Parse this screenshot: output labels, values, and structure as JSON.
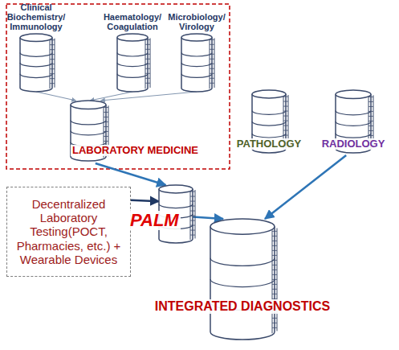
{
  "diagram": {
    "nodes": [
      {
        "text": [
          "Clinical Biochemistry/ Immunology"
        ]
      },
      {
        "text": [
          "Haematology/ Coagulation"
        ]
      },
      {
        "text": [
          "Microbiology/ Virology"
        ]
      },
      {
        "text": [
          "LABORATORY MEDICINE"
        ]
      },
      {
        "text": [
          "PATHOLOGY"
        ]
      },
      {
        "text": [
          "RADIOLOGY"
        ]
      },
      {
        "text": [
          "Decentralized Laboratory Testing(POCT, Pharmacies, etc.) + Wearable Devices"
        ]
      },
      {
        "text": [
          "PALM"
        ]
      },
      {
        "text": [
          "INTEGRATED DIAGNOSTICS"
        ]
      }
    ],
    "edges": [
      {
        "from": 0,
        "to": 3,
        "arrow": "to"
      },
      {
        "from": 1,
        "to": 3,
        "arrow": "to"
      },
      {
        "from": 2,
        "to": 3,
        "arrow": "to"
      },
      {
        "from": 3,
        "to": 7,
        "arrow": "to"
      },
      {
        "from": 6,
        "to": 7,
        "arrow": "to"
      },
      {
        "from": 7,
        "to": 8,
        "arrow": "to"
      },
      {
        "from": 5,
        "to": 8,
        "arrow": "to"
      }
    ]
  }
}
